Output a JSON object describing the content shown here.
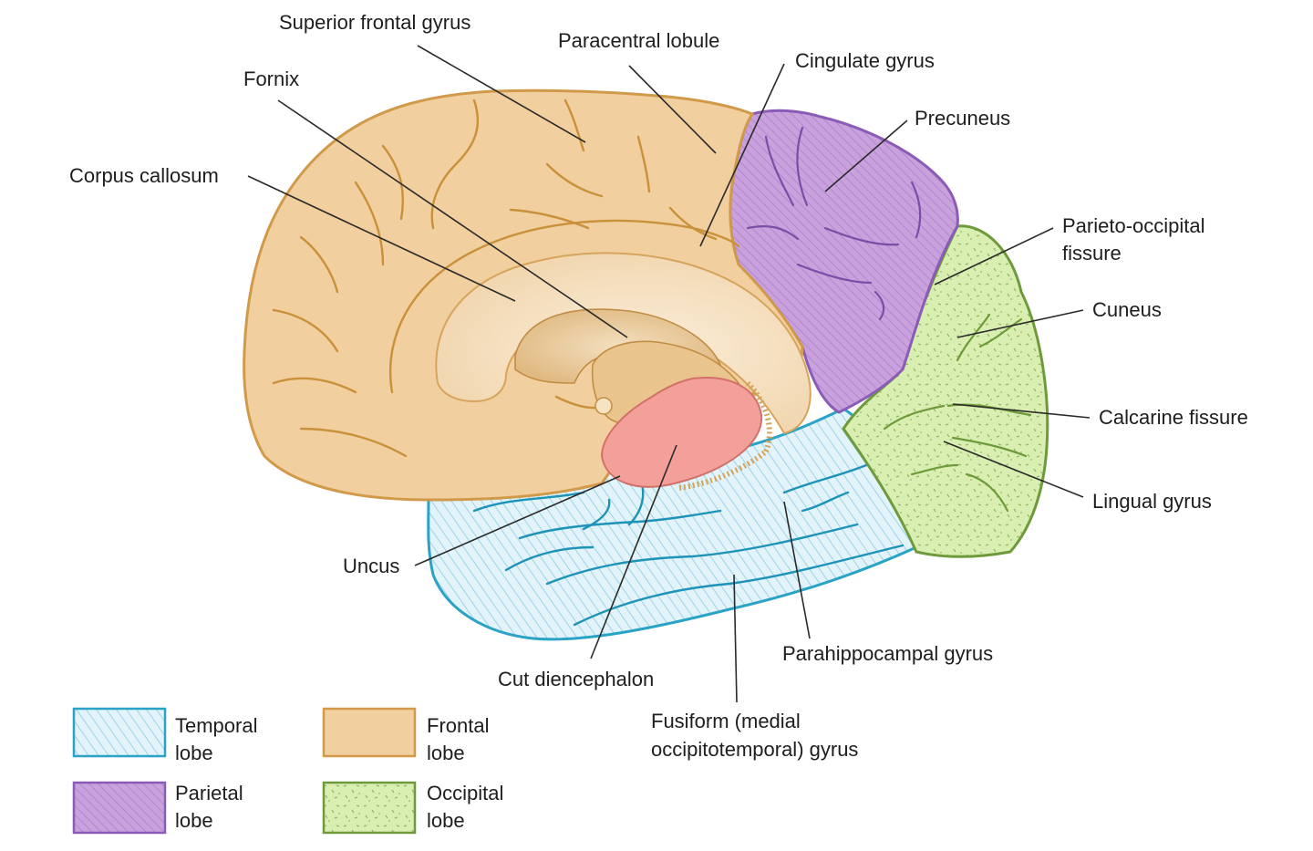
{
  "labels": {
    "superior_frontal_gyrus": "Superior frontal gyrus",
    "paracentral_lobule": "Paracentral lobule",
    "cingulate_gyrus": "Cingulate gyrus",
    "fornix": "Fornix",
    "precuneus": "Precuneus",
    "corpus_callosum": "Corpus callosum",
    "parieto_occipital_1": "Parieto-occipital",
    "parieto_occipital_2": "fissure",
    "cuneus": "Cuneus",
    "calcarine_fissure": "Calcarine fissure",
    "lingual_gyrus": "Lingual gyrus",
    "uncus": "Uncus",
    "parahippocampal_gyrus": "Parahippocampal gyrus",
    "cut_diencephalon": "Cut diencephalon",
    "fusiform_1": "Fusiform (medial",
    "fusiform_2": "occipitotemporal) gyrus"
  },
  "legend": [
    {
      "line1": "Temporal",
      "line2": "lobe",
      "pattern": "temporal"
    },
    {
      "line1": "Frontal",
      "line2": "lobe",
      "pattern": "frontal"
    },
    {
      "line1": "Parietal",
      "line2": "lobe",
      "pattern": "parietal"
    },
    {
      "line1": "Occipital",
      "line2": "lobe",
      "pattern": "occipital"
    }
  ],
  "colors": {
    "frontal_fill": "#f2cf9e",
    "frontal_stroke": "#d19a4a",
    "parietal_fill": "#c9a2dd",
    "parietal_stroke": "#8a5cb8",
    "occipital_fill": "#d8eeb0",
    "occipital_stroke": "#6f9a3c",
    "temporal_fill": "#d9eef7",
    "temporal_stroke": "#2aa3c7",
    "diencephalon_fill": "#f4a09a",
    "callosum_fill": "#f5e2c6"
  }
}
